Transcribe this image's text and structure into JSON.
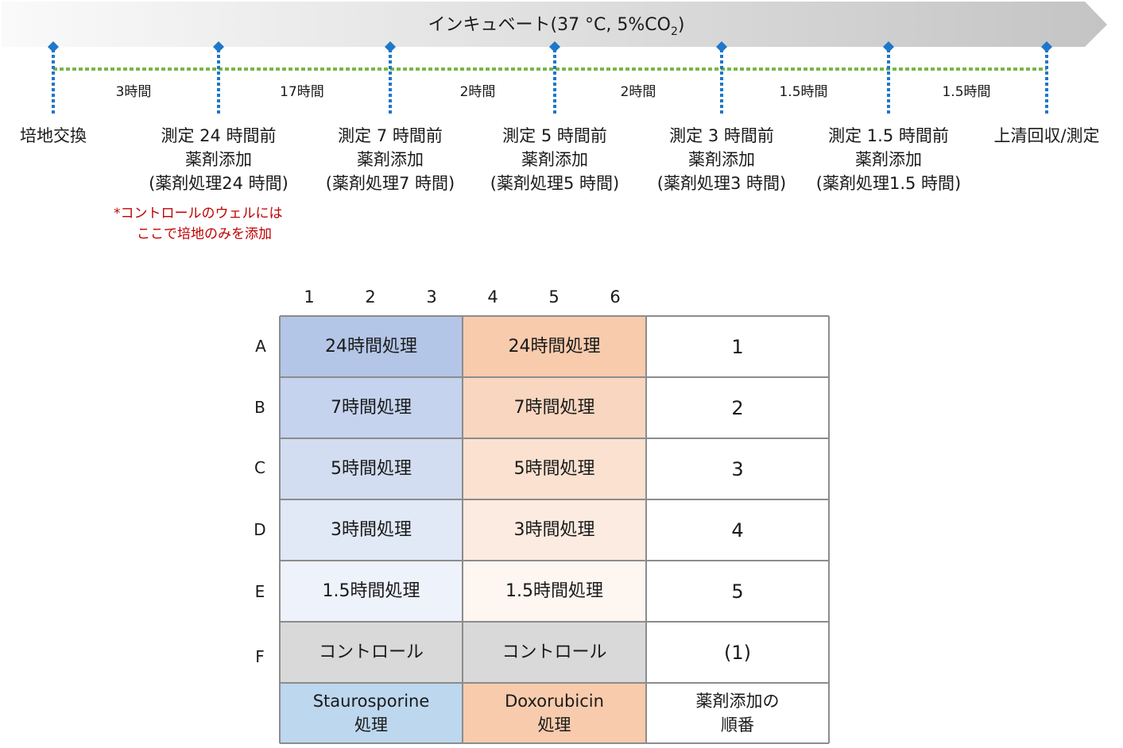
{
  "incubation": {
    "label_main": "インキュベート(37 °C, 5%CO",
    "label_sub": "2",
    "label_end": ")"
  },
  "intervals": [
    "3時間",
    "17時間",
    "2時間",
    "2時間",
    "1.5時間",
    "1.5時間"
  ],
  "events": [
    {
      "lines": [
        "培地交換"
      ]
    },
    {
      "lines": [
        "測定 24 時間前",
        "薬剤添加",
        "(薬剤処理24 時間)"
      ]
    },
    {
      "lines": [
        "測定 7 時間前",
        "薬剤添加",
        "(薬剤処理7 時間)"
      ]
    },
    {
      "lines": [
        "測定 5 時間前",
        "薬剤添加",
        "(薬剤処理5 時間)"
      ]
    },
    {
      "lines": [
        "測定 3 時間前",
        "薬剤添加",
        "(薬剤処理3 時間)"
      ]
    },
    {
      "lines": [
        "測定 1.5 時間前",
        "薬剤添加",
        "(薬剤処理1.5 時間)"
      ]
    },
    {
      "lines": [
        "上清回収/測定"
      ]
    }
  ],
  "note": [
    "*コントロールのウェルには",
    "ここで培地のみを添加"
  ],
  "plate": {
    "columns": [
      "1",
      "2",
      "3",
      "4",
      "5",
      "6"
    ],
    "rows": [
      "A",
      "B",
      "C",
      "D",
      "E",
      "F"
    ],
    "staurosporine_cells": [
      "24時間処理",
      "7時間処理",
      "5時間処理",
      "3時間処理",
      "1.5時間処理",
      "コントロール"
    ],
    "doxorubicin_cells": [
      "24時間処理",
      "7時間処理",
      "5時間処理",
      "3時間処理",
      "1.5時間処理",
      "コントロール"
    ],
    "order_cells": [
      "1",
      "2",
      "3",
      "4",
      "5",
      "(1)"
    ],
    "legend": {
      "staurosporine": "Staurosporine\n処理",
      "doxorubicin": "Doxorubicin\n処理",
      "order": "薬剤添加の\n順番"
    }
  },
  "colors": {
    "point": "#1f77c8",
    "guide_line": "#1f77c8",
    "connector": "#7ab648",
    "note": "#c00000",
    "staurosporine": [
      "#b4c6e7",
      "#c5d3ee",
      "#d2ddf1",
      "#e1e8f6",
      "#eef2fa",
      "#d9d9d9"
    ],
    "doxorubicin": [
      "#f8cbad",
      "#f9d6bf",
      "#fbe1d0",
      "#fcebe0",
      "#fef6f0",
      "#d9d9d9"
    ],
    "legend_staurosporine": "#bdd7ee",
    "legend_doxorubicin": "#f8cbad",
    "grid": "#8c8c8c"
  }
}
